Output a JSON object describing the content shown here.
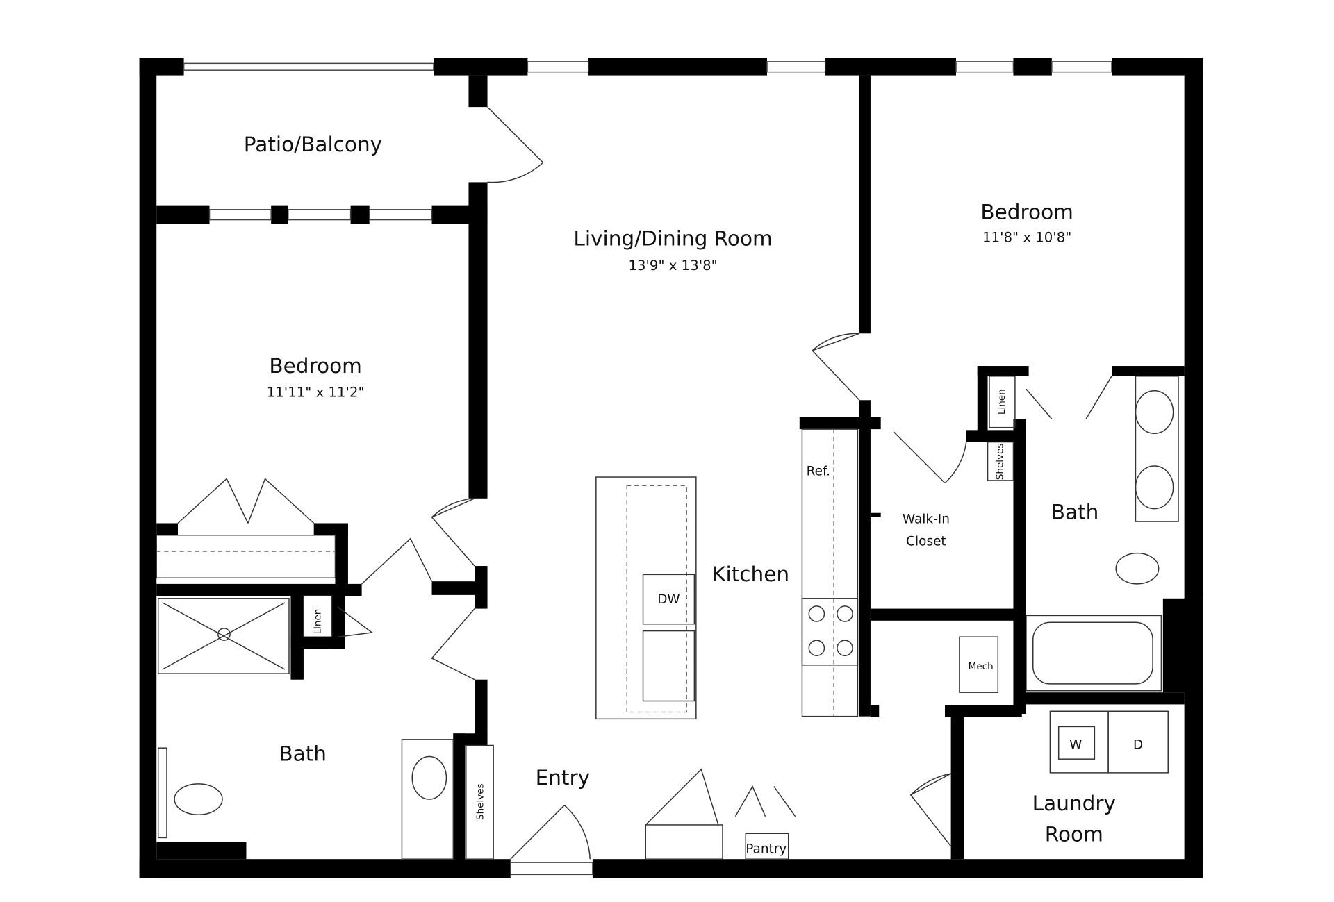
{
  "rooms": {
    "patio": {
      "name": "Patio/Balcony"
    },
    "living": {
      "name": "Living/Dining Room",
      "size": "13'9\" x 13'8\""
    },
    "bedroom_right": {
      "name": "Bedroom",
      "size": "11'8\" x 10'8\""
    },
    "bedroom_left": {
      "name": "Bedroom",
      "size": "11'11\" x 11'2\""
    },
    "kitchen": {
      "name": "Kitchen"
    },
    "walk_in_closet": {
      "name_line1": "Walk-In",
      "name_line2": "Closet"
    },
    "bath_right": {
      "name": "Bath"
    },
    "bath_left": {
      "name": "Bath"
    },
    "entry": {
      "name": "Entry"
    },
    "laundry": {
      "name_line1": "Laundry",
      "name_line2": "Room"
    },
    "pantry": {
      "name": "Pantry"
    }
  },
  "fixtures": {
    "ref": "Ref.",
    "dw": "DW",
    "mech": "Mech",
    "washer": "W",
    "dryer": "D",
    "linen_left": "Linen",
    "linen_right": "Linen",
    "shelves_left": "Shelves",
    "shelves_right": "Shelves"
  },
  "colors": {
    "wall": "#000000",
    "background": "#ffffff",
    "line": "#333333"
  }
}
